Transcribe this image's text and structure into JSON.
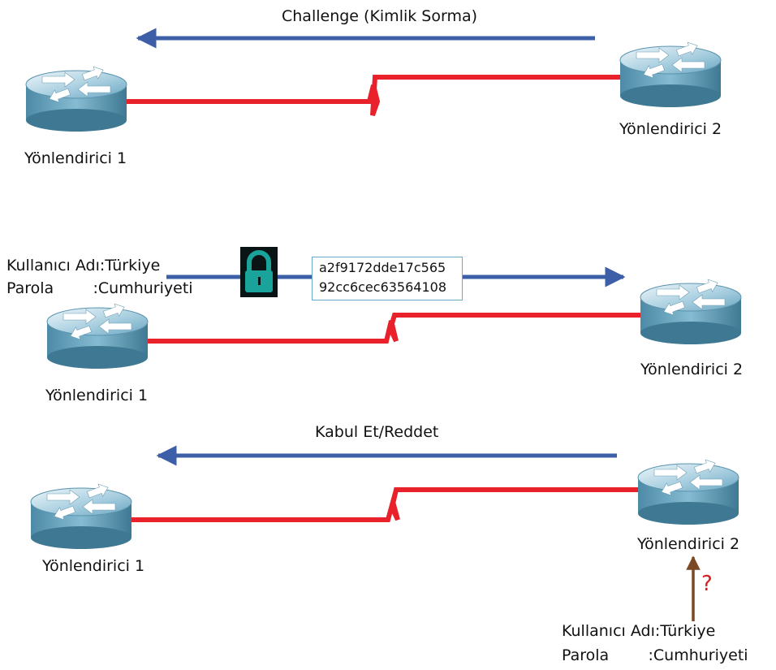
{
  "diagram": {
    "section_challenge": {
      "arrow_label": "Challenge (Kimlik Sorma)",
      "router_left": "Yönlendirici 1",
      "router_right": "Yönlendirici 2"
    },
    "section_response": {
      "username_line": "Kullanıcı Adı:Türkiye",
      "password_line": "Parola        :Cumhuriyeti",
      "hash_line_1": "a2f9172dde17c565",
      "hash_line_2": "92cc6cec63564108",
      "router_left": "Yönlendirici 1",
      "router_right": "Yönlendirici 2"
    },
    "section_accept": {
      "arrow_label": "Kabul Et/Reddet",
      "router_left": "Yönlendirici 1",
      "router_right": "Yönlendirici 2",
      "question_mark": "?",
      "username_line": "Kullanıcı Adı:Türkiye",
      "password_line": "Parola        :Cumhuriyeti"
    },
    "colors": {
      "link": "#e8212a",
      "message_arrow": "#3d5fa8",
      "verify_arrow": "#7b4a24",
      "router_body": "#5b97b3",
      "lock": "#1aa39a"
    }
  }
}
